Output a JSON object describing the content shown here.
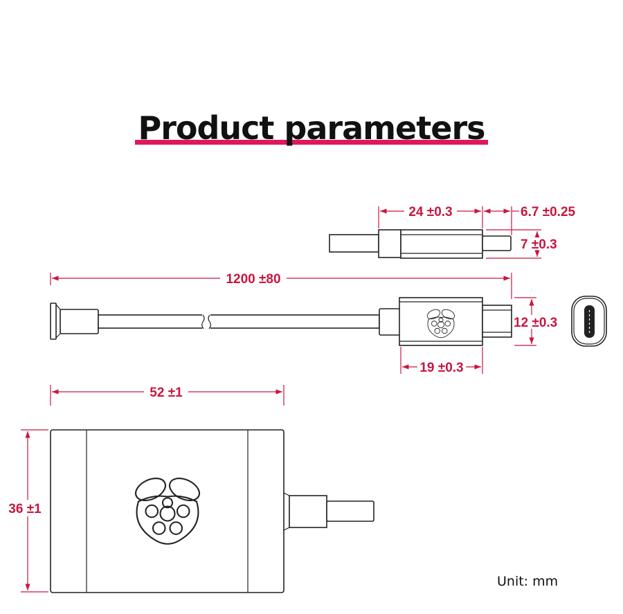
{
  "title": "Product parameters",
  "accent_color": "#e0185a",
  "dimensions": {
    "plug_body_length": "24 ±0.3",
    "plug_tip_length": "6.7 ±0.25",
    "plug_thickness": "7 ±0.3",
    "cable_length": "1200 ±80",
    "plug_width": "12 ±0.3",
    "plug_shell_length": "19 ±0.3",
    "adapter_length": "52 ±1",
    "adapter_width": "36 ±1"
  },
  "unit_label": "Unit:  mm"
}
